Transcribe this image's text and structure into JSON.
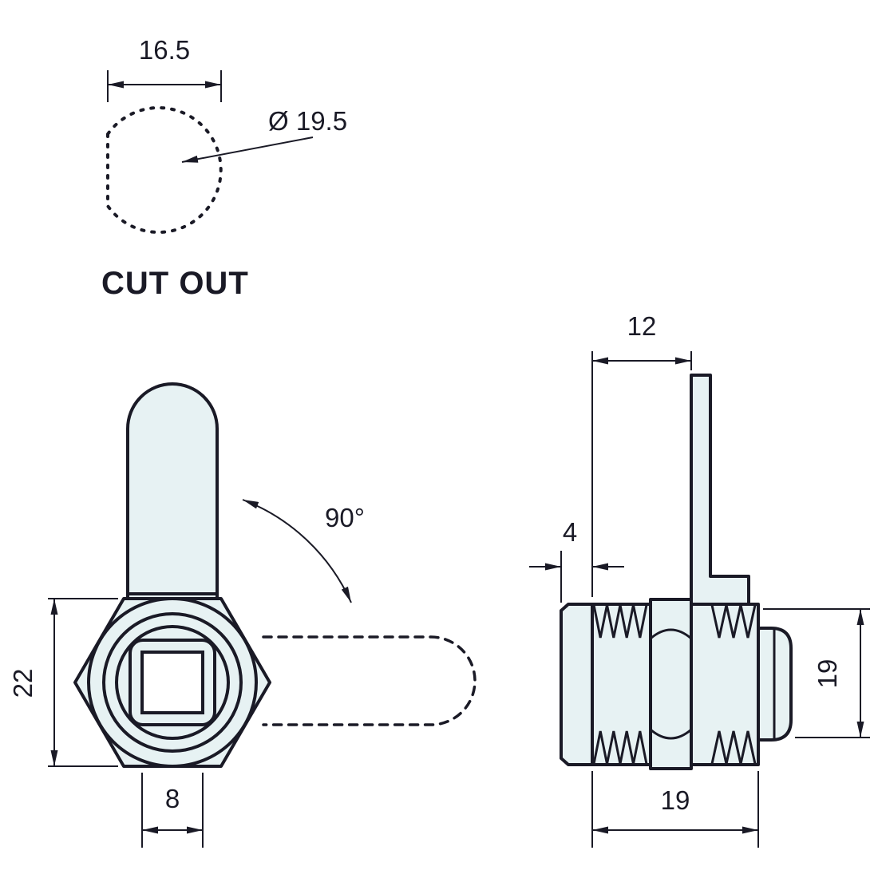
{
  "drawing": {
    "cutout": {
      "label": "CUT OUT",
      "width_dim": "16.5",
      "diameter_dim": "Ø 19.5"
    },
    "front_view": {
      "rotation_dim": "90°",
      "height_dim": "22",
      "square_dim": "8"
    },
    "side_view": {
      "cam_offset_dim": "12",
      "head_depth_dim": "4",
      "diameter_dim": "19",
      "thread_length_dim": "19"
    }
  },
  "colors": {
    "line": "#1a1a26",
    "part_fill": "#e7f2f3",
    "background": "#ffffff"
  }
}
